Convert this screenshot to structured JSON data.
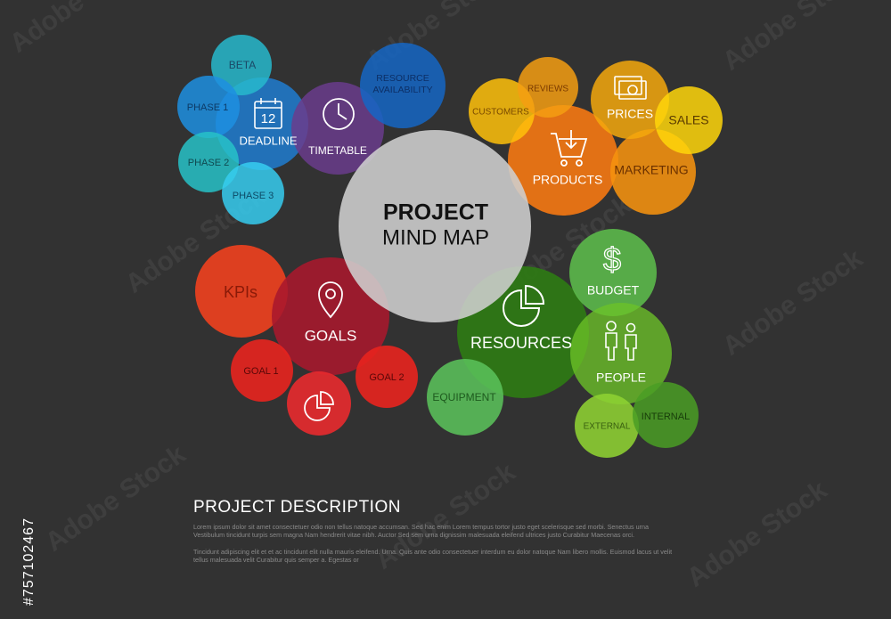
{
  "center": {
    "line1": "PROJECT",
    "line2": "MIND MAP"
  },
  "nodes": {
    "beta": "BETA",
    "phase1": "PHASE 1",
    "deadline": "DEADLINE",
    "deadline_icon_number": "12",
    "phase2": "PHASE 2",
    "phase3": "PHASE 3",
    "timetable": "TIMETABLE",
    "resource_line1": "RESOURCE",
    "resource_line2": "AVAILABILITY",
    "customers": "CUSTOMERS",
    "reviews": "REVIEWS",
    "prices": "PRICES",
    "sales": "SALES",
    "products": "PRODUCTS",
    "marketing": "MARKETING",
    "kpis": "KPIs",
    "goals": "GOALS",
    "goal1": "GOAL 1",
    "goal2": "GOAL 2",
    "budget": "BUDGET",
    "resources": "RESOURCES",
    "people": "PEOPLE",
    "equipment": "EQUIPMENT",
    "external": "EXTERNAL",
    "internal": "INTERNAL"
  },
  "description": {
    "title": "PROJECT DESCRIPTION",
    "para1": "Lorem ipsum dolor sit amet consectetuer odio non tellus natoque accumsan. Sed hac enim Lorem tempus tortor justo eget scelerisque sed morbi. Senectus urna Vestibulum tincidunt turpis sem magna Nam hendrerit vitae nibh. Auctor Sed sem urna dignissim malesuada eleifend ultrices justo Curabitur Maecenas orci.",
    "para2": "Tincidunt adipiscing elit et et ac tincidunt elit nulla mauris eleifend. Urna. Quis ante odio consectetuer interdum eu dolor natoque Nam libero mollis. Euismod lacus ut velit tellus malesuada velit Curabitur quis semper a. Egestas or"
  },
  "watermark": "Adobe Stock",
  "stock_id": "#757102467",
  "colors": {
    "background": "#323232",
    "center": "#c8c8c8",
    "blue": "#1fa7d6",
    "cyan": "#27c2d6",
    "purple": "#6a3c8c",
    "orange": "#f5820f",
    "yellow": "#ffd20a",
    "red": "#e8231e",
    "crimson": "#a8182c",
    "green": "#4ea52a",
    "lightgreen": "#5bc25a",
    "darkgreen": "#2e7a1a"
  }
}
